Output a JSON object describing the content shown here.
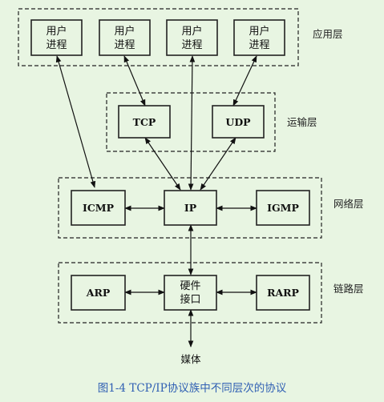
{
  "layers": {
    "application": "应用层",
    "transport": "运输层",
    "network": "网络层",
    "link": "链路层"
  },
  "nodes": {
    "process": [
      "用户",
      "进程"
    ],
    "tcp": "TCP",
    "udp": "UDP",
    "icmp": "ICMP",
    "ip": "IP",
    "igmp": "IGMP",
    "arp": "ARP",
    "hw": [
      "硬件",
      "接口"
    ],
    "rarp": "RARP"
  },
  "media": "媒体",
  "caption": "图1-4   TCP/IP协议族中不同层次的协议",
  "colors": {
    "background": "#e8f5e2",
    "caption": "#2f5fb3",
    "line": "#111111"
  }
}
